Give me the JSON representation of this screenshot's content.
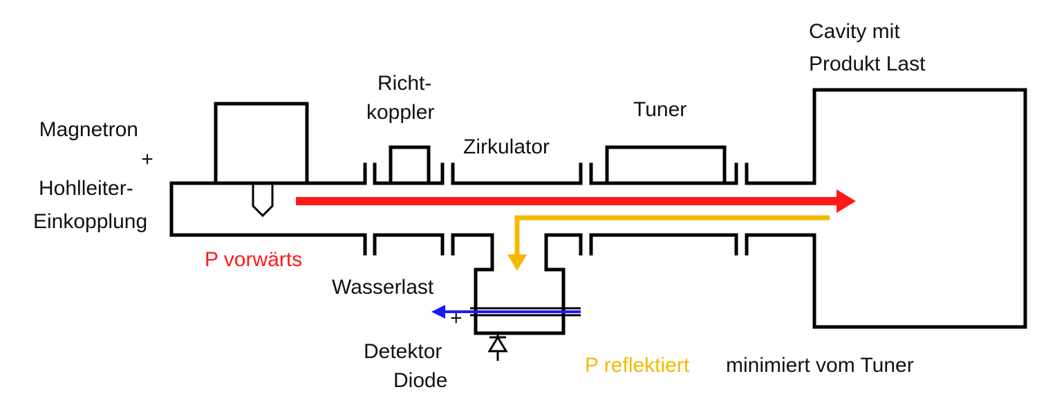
{
  "labels": {
    "magnetron_line1": "Magnetron",
    "magnetron_line2": "+",
    "magnetron_line3": "Hohlleiter-",
    "magnetron_line4": "Einkopplung",
    "richtkoppler_line1": "Richt-",
    "richtkoppler_line2": "koppler",
    "zirkulator": "Zirkulator",
    "tuner": "Tuner",
    "cavity_line1": "Cavity mit",
    "cavity_line2": "Produkt Last",
    "p_vorwaerts": "P vorwärts",
    "wasserlast": "Wasserlast",
    "detektor_line1": "Detektor",
    "detektor_line2": "Diode",
    "p_reflektiert": "P reflektiert",
    "minimiert": "minimiert vom Tuner",
    "plus_sign": "+"
  },
  "colors": {
    "forward": "#ff1a1a",
    "reflected": "#f5b800",
    "detector_signal": "#1a1aff",
    "line": "#000000"
  }
}
